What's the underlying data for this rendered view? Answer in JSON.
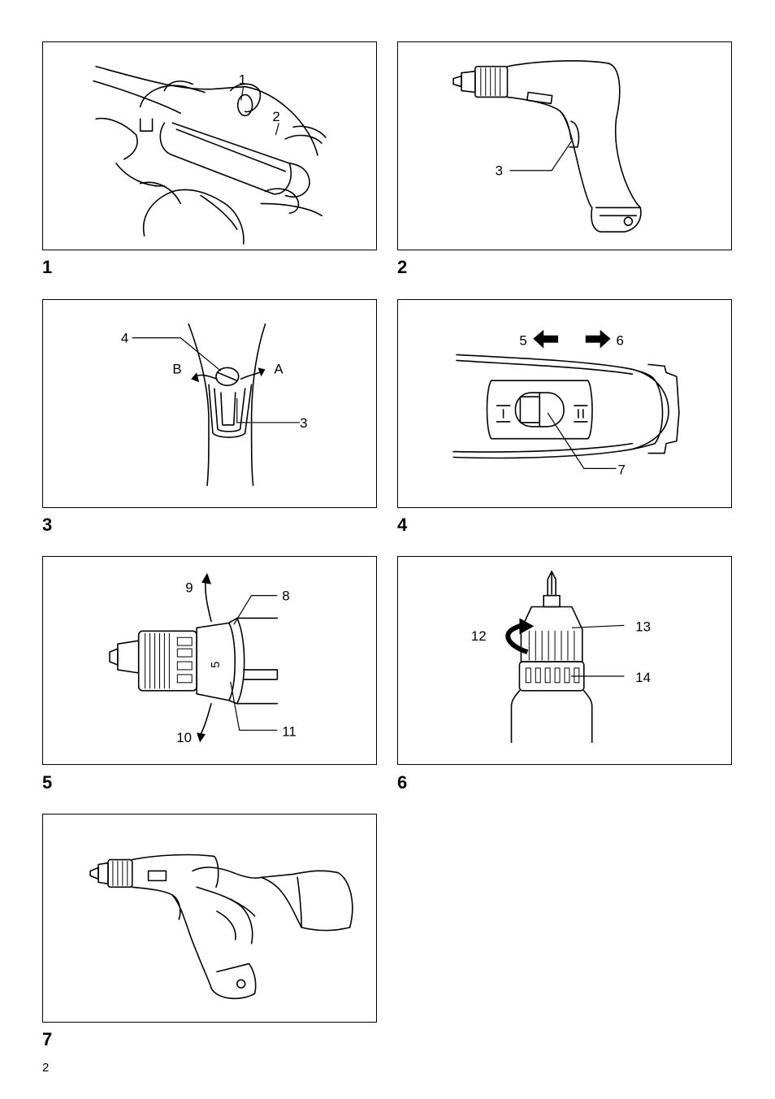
{
  "page_number": "2",
  "figures": [
    {
      "number": "1",
      "callouts": [
        "1",
        "2"
      ]
    },
    {
      "number": "2",
      "callouts": [
        "3"
      ]
    },
    {
      "number": "3",
      "callouts": [
        "4",
        "B",
        "A",
        "3"
      ]
    },
    {
      "number": "4",
      "callouts": [
        "5",
        "6",
        "7"
      ]
    },
    {
      "number": "5",
      "callouts": [
        "9",
        "8",
        "10",
        "11"
      ]
    },
    {
      "number": "6",
      "callouts": [
        "12",
        "13",
        "14"
      ]
    },
    {
      "number": "7",
      "callouts": []
    }
  ]
}
